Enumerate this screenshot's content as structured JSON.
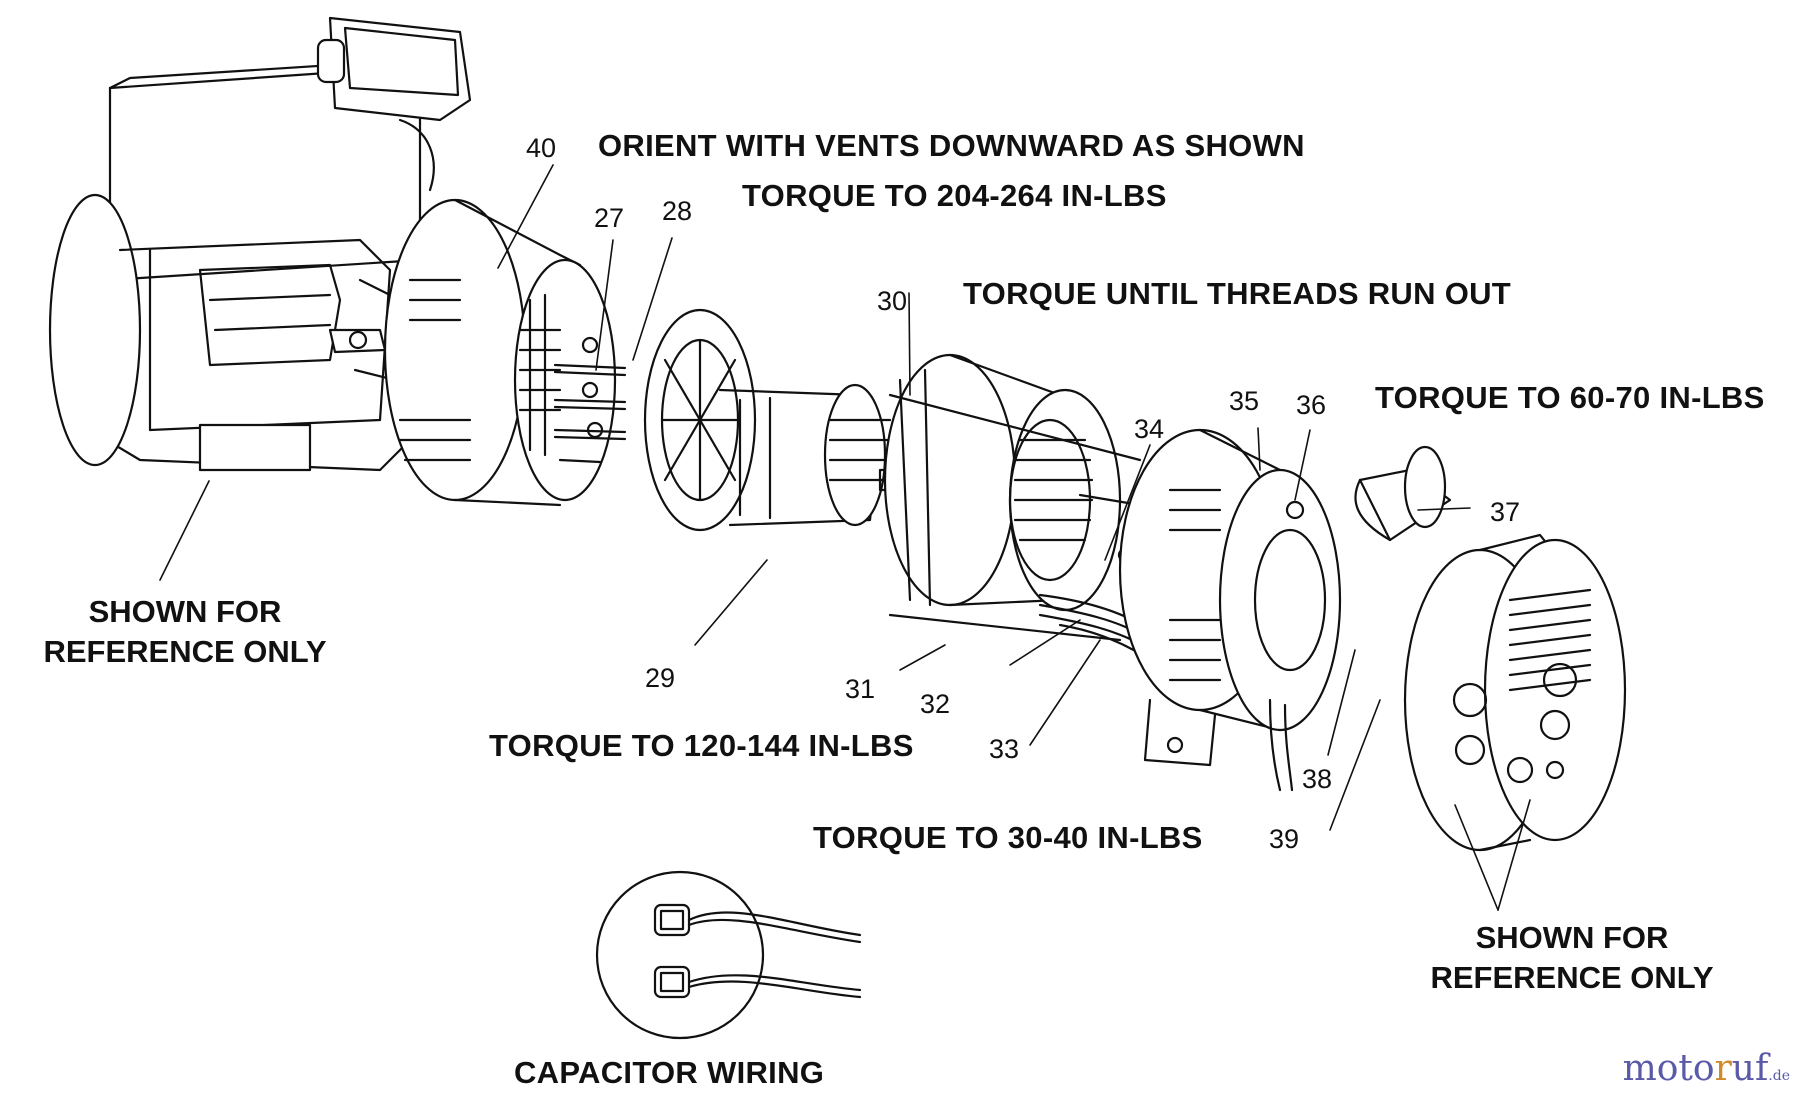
{
  "notes": {
    "orient": "ORIENT WITH VENTS DOWNWARD AS SHOWN",
    "torque_204": "TORQUE TO 204-264 IN-LBS",
    "torque_threads": "TORQUE UNTIL THREADS RUN OUT",
    "torque_60": "TORQUE TO 60-70 IN-LBS",
    "torque_120": "TORQUE TO 120-144 IN-LBS",
    "torque_30": "TORQUE TO 30-40 IN-LBS",
    "capacitor_wiring": "CAPACITOR WIRING"
  },
  "reference_left": {
    "line1": "SHOWN FOR",
    "line2": "REFERENCE ONLY"
  },
  "reference_right": {
    "line1": "SHOWN FOR",
    "line2": "REFERENCE ONLY"
  },
  "parts": {
    "p27": "27",
    "p28": "28",
    "p29": "29",
    "p30": "30",
    "p31": "31",
    "p32": "32",
    "p33": "33",
    "p34": "34",
    "p35": "35",
    "p36": "36",
    "p37": "37",
    "p38": "38",
    "p39": "39",
    "p40": "40"
  },
  "watermark": {
    "brand_a": "moto",
    "brand_b": "r",
    "brand_c": "uf",
    "tld": ".de"
  },
  "colors": {
    "line": "#111111",
    "watermark": "#5a5aa8",
    "watermark_accent": "#d08a2a"
  }
}
